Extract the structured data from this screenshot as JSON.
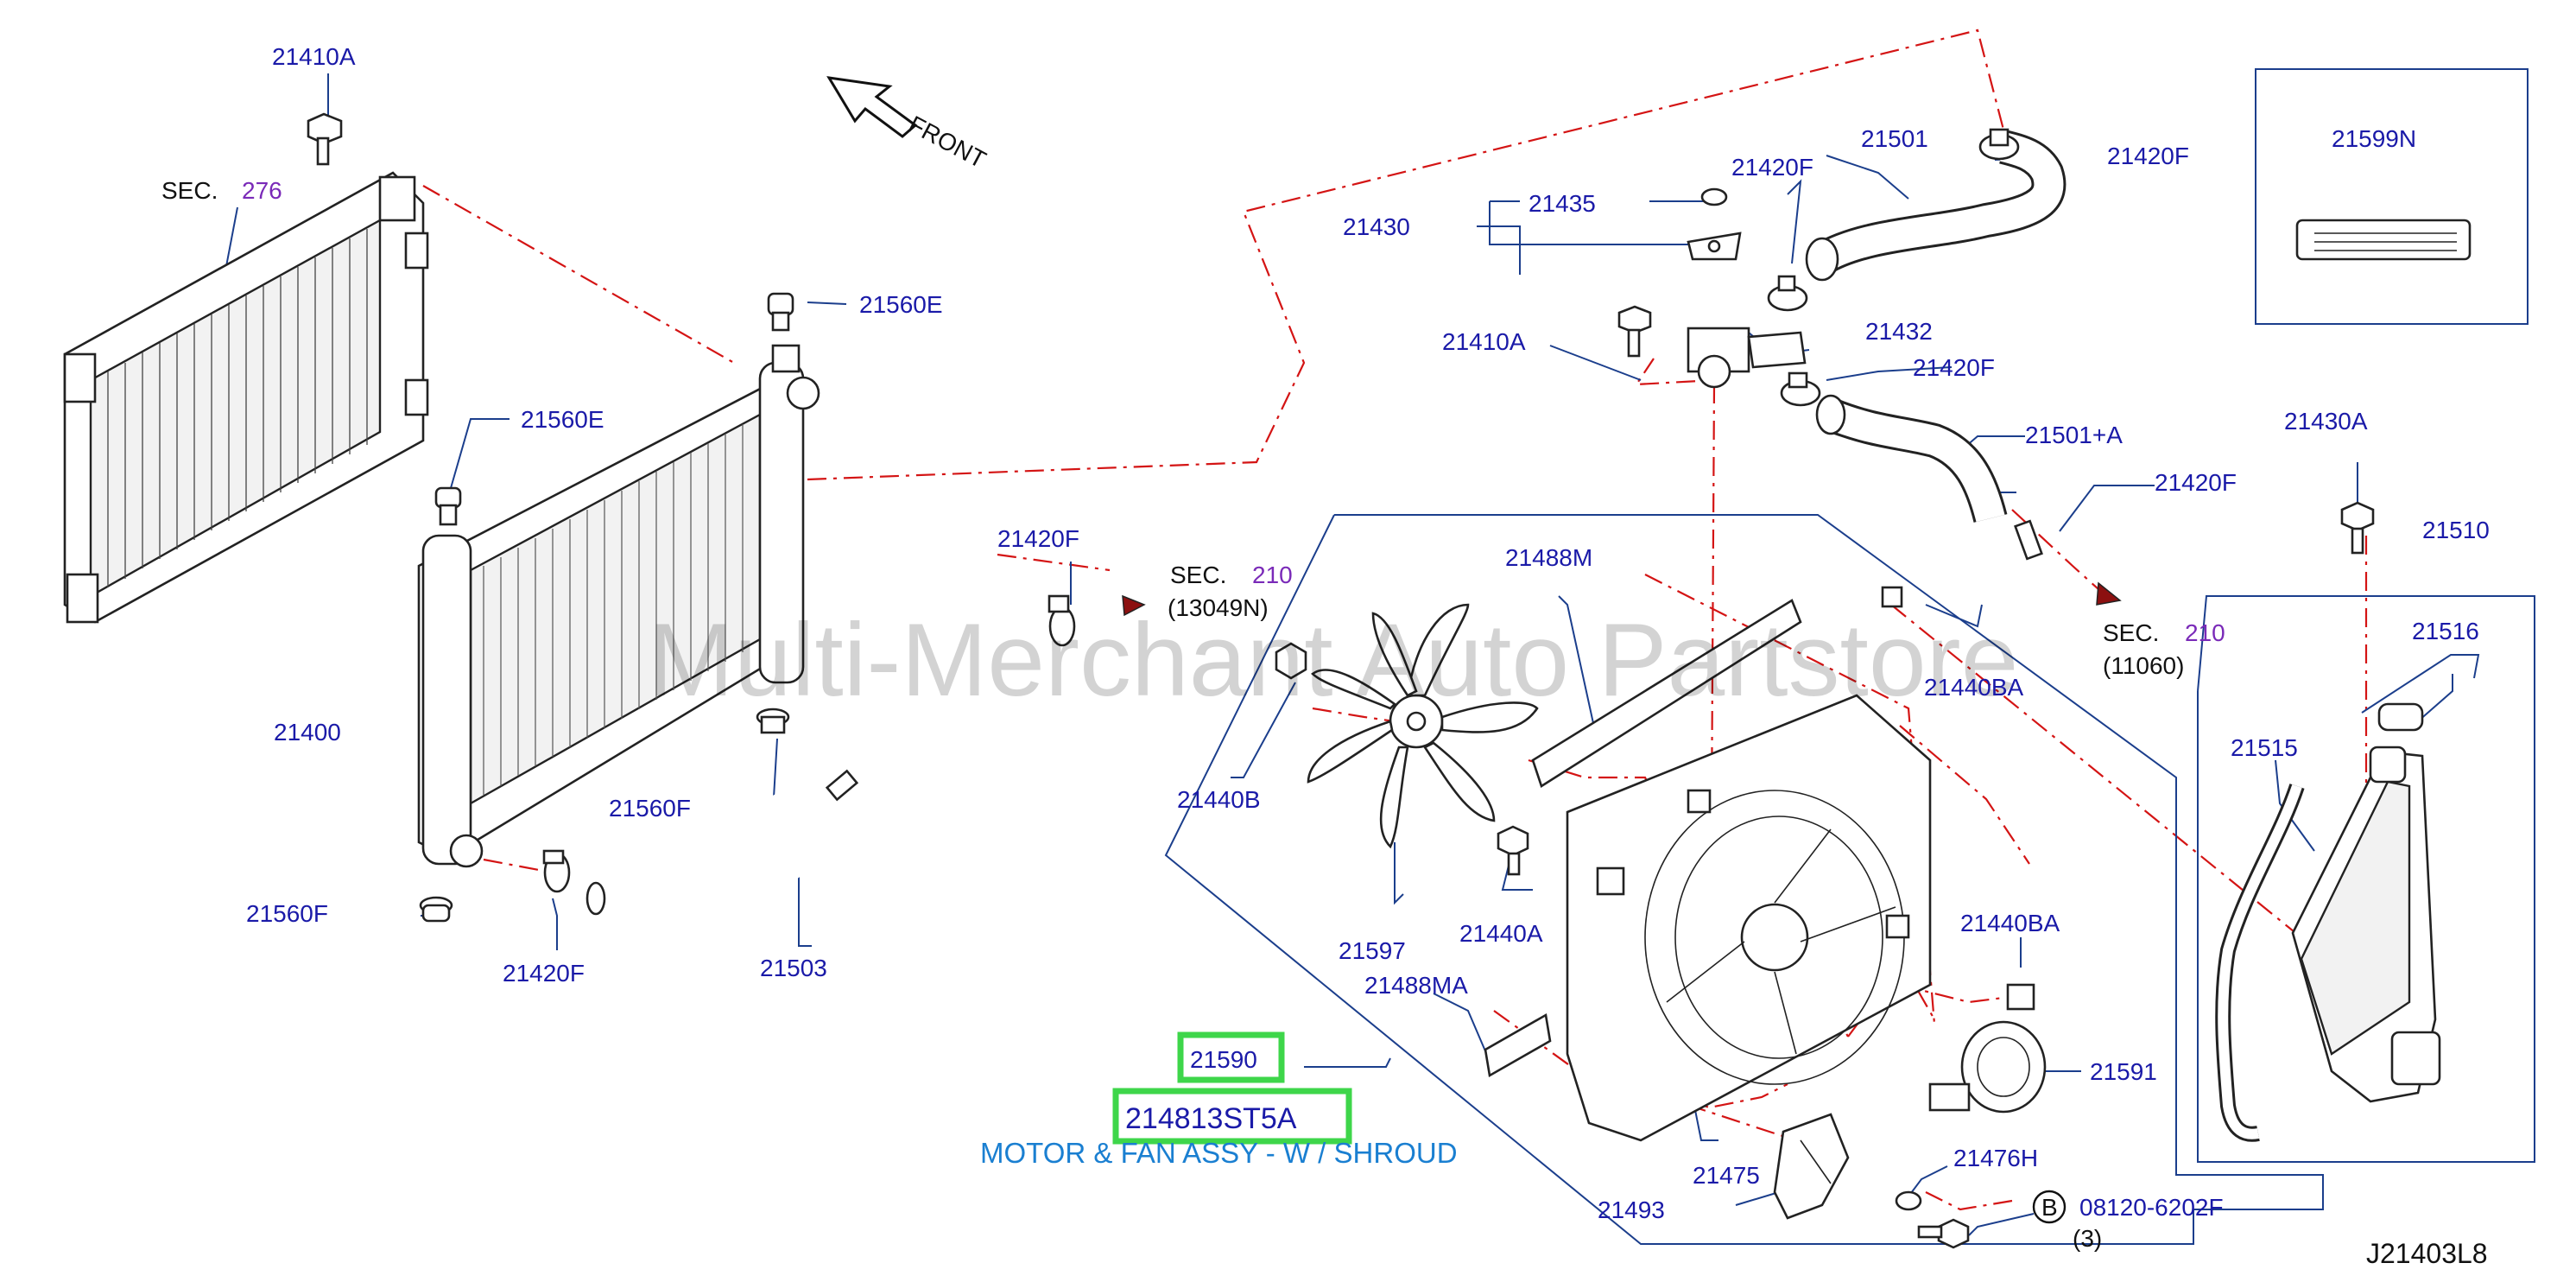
{
  "labels": {
    "p21410A_top": "21410A",
    "sec_276_prefix": "SEC.",
    "sec_276_num": "276",
    "front": "FRONT",
    "p21560E_a": "21560E",
    "p21560E_b": "21560E",
    "p21400": "21400",
    "p21560F_a": "21560F",
    "p21560F_b": "21560F",
    "p21420F_low": "21420F",
    "p21503": "21503",
    "p21420F_mid": "21420F",
    "sec_210a_prefix": "SEC.",
    "sec_210a_num": "210",
    "sec_210a_code": "(13049N)",
    "p21430": "21430",
    "p21435": "21435",
    "p21420F_t1": "21420F",
    "p21501": "21501",
    "p21420F_t2": "21420F",
    "p21410A_mid": "21410A",
    "p21432": "21432",
    "p21420F_t3": "21420F",
    "p21501A": "21501+A",
    "p21420F_t4": "21420F",
    "sec_210b_prefix": "SEC.",
    "sec_210b_num": "210",
    "sec_210b_code": "(11060)",
    "p21599N": "21599N",
    "p21430A": "21430A",
    "p21510": "21510",
    "p21516": "21516",
    "p21515": "21515",
    "p21488M": "21488M",
    "p21440BA_a": "21440BA",
    "p21440B": "21440B",
    "p21440A": "21440A",
    "p21597": "21597",
    "p21488MA": "21488MA",
    "p21440BA_b": "21440BA",
    "p21591": "21591",
    "p21590": "21590",
    "p214813ST5A": "214813ST5A",
    "motor_fan": "MOTOR & FAN ASSY - W / SHROUD",
    "p21475": "21475",
    "p21476H": "21476H",
    "p21493": "21493",
    "b_marker": "B",
    "p08120": "08120-6202F",
    "qty3": "(3)",
    "diagram_code": "J21403L8"
  },
  "watermark": "Multi-Merchant Auto Partstore",
  "colors": {
    "part_label": "#1a1aa8",
    "section_ref": "#7a2ab8",
    "leader": "#1b3e8c",
    "flow_dash": "#d41414",
    "highlight": "#3ed64a",
    "motor_text": "#1a7fd1"
  }
}
